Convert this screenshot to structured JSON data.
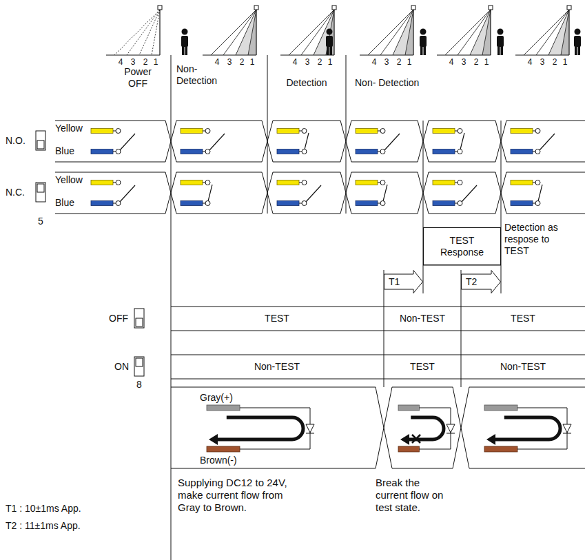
{
  "diagram": {
    "nodes": [
      {
        "text": [
          "TEST Response"
        ]
      },
      {
        "text": [
          "T1"
        ]
      },
      {
        "text": [
          "T2"
        ]
      }
    ],
    "labels": [
      "4",
      "3",
      "2",
      "1",
      "4",
      "3",
      "2",
      "1",
      "4",
      "3",
      "2",
      "1",
      "4",
      "3",
      "2",
      "1",
      "4",
      "3",
      "2",
      "1",
      "4",
      "3",
      "2",
      "1",
      "Power OFF",
      "Non- Detection",
      "Detection",
      "Non- Detection",
      "N.O.",
      "Yellow",
      "Blue",
      "N.C.",
      "Yellow",
      "Blue",
      "5",
      "Detection as respose to TEST",
      "OFF",
      "TEST",
      "Non-TEST",
      "TEST",
      "ON",
      "Non-TEST",
      "TEST",
      "Non-TEST",
      "8",
      "Gray(+)",
      "Brown(-)",
      "T1 : 10±1ms App.",
      "T2 : 11±1ms App.",
      "Supplying DC12 to 24V, make current flow from Gray to Brown.",
      "Break the current flow on test state."
    ]
  }
}
